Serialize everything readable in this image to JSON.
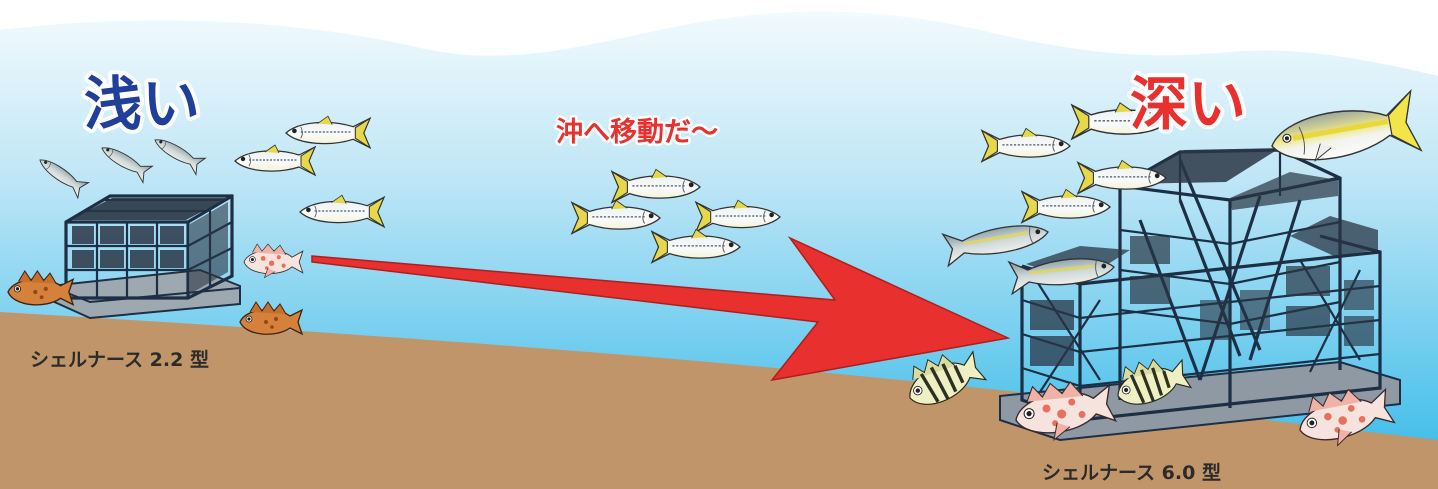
{
  "labels": {
    "shallow": "浅い",
    "deep": "深い",
    "movement": "沖へ移動だ～",
    "small_reef_model": "シェルナース 2.2 型",
    "large_reef_model": "シェルナース 6.0 型"
  },
  "colors": {
    "water_top": "#eaf6fb",
    "water_bottom": "#2fb8e8",
    "seabed": "#c0956a",
    "arrow": "#e8302e",
    "shallow_text": "#1f3f9a",
    "deep_text": "#e8302e",
    "frame": "#1d2f44"
  },
  "icons": {
    "fish_school": "horse-mackerel-icon",
    "yellowtail": "yellowtail-icon",
    "rockfish": "rockfish-icon",
    "reef": "artificial-reef-icon",
    "arrow": "arrow-icon"
  }
}
